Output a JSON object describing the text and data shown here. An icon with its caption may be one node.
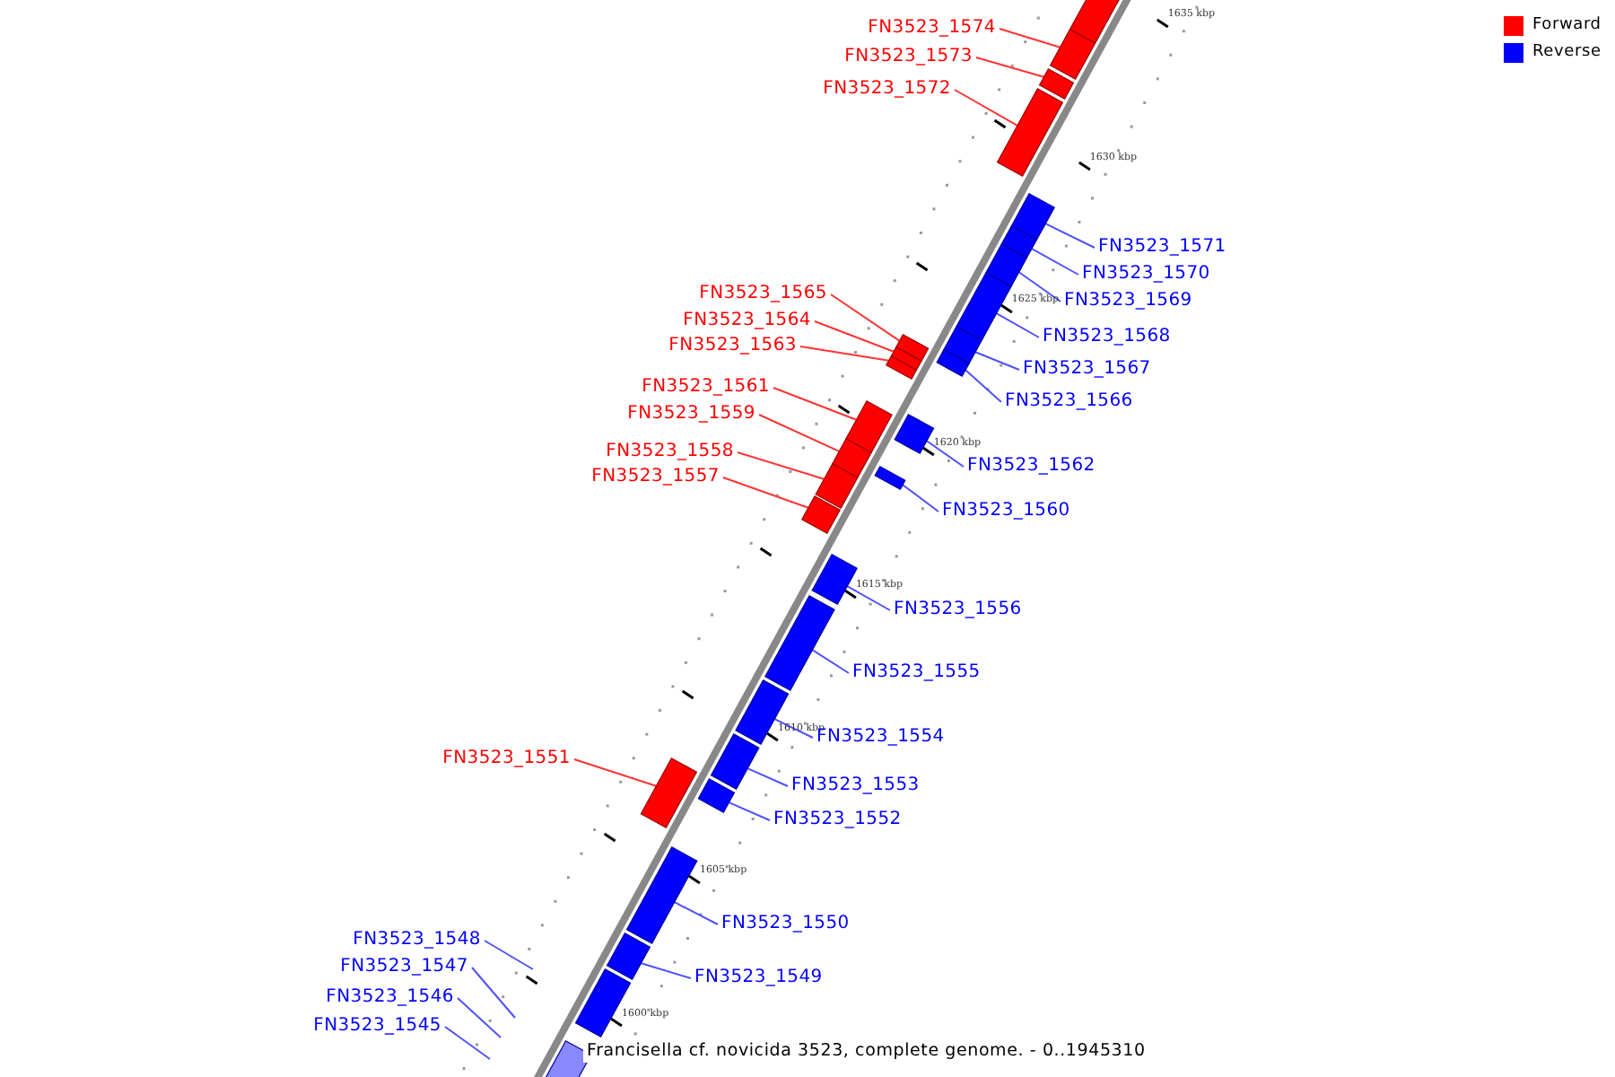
{
  "diagram": {
    "caption": "Francisella cf. novicida 3523, complete genome. - 0..1945310",
    "nodes": [
      {
        "text": [
          "FN3523_1574"
        ]
      },
      {
        "text": [
          "FN3523_1573"
        ]
      },
      {
        "text": [
          "FN3523_1572"
        ]
      },
      {
        "text": [
          "FN3523_1571"
        ]
      },
      {
        "text": [
          "FN3523_1570"
        ]
      },
      {
        "text": [
          "FN3523_1565"
        ]
      },
      {
        "text": [
          "FN3523_1569"
        ]
      },
      {
        "text": [
          "FN3523_1564"
        ]
      },
      {
        "text": [
          "FN3523_1568"
        ]
      },
      {
        "text": [
          "FN3523_1563"
        ]
      },
      {
        "text": [
          "FN3523_1567"
        ]
      },
      {
        "text": [
          "FN3523_1561"
        ]
      },
      {
        "text": [
          "FN3523_1566"
        ]
      },
      {
        "text": [
          "FN3523_1559"
        ]
      },
      {
        "text": [
          "FN3523_1558"
        ]
      },
      {
        "text": [
          "FN3523_1562"
        ]
      },
      {
        "text": [
          "FN3523_1557"
        ]
      },
      {
        "text": [
          "FN3523_1560"
        ]
      },
      {
        "text": [
          "FN3523_1556"
        ]
      },
      {
        "text": [
          "FN3523_1555"
        ]
      },
      {
        "text": [
          "FN3523_1554"
        ]
      },
      {
        "text": [
          "FN3523_1551"
        ]
      },
      {
        "text": [
          "FN3523_1553"
        ]
      },
      {
        "text": [
          "FN3523_1552"
        ]
      },
      {
        "text": [
          "FN3523_1550"
        ]
      },
      {
        "text": [
          "FN3523_1548"
        ]
      },
      {
        "text": [
          "FN3523_1547"
        ]
      },
      {
        "text": [
          "FN3523_1549"
        ]
      },
      {
        "text": [
          "FN3523_1546"
        ]
      },
      {
        "text": [
          "FN3523_1545"
        ]
      },
      {
        "text": [],
        "shape": "bar"
      },
      {
        "text": [],
        "shape": "bar"
      },
      {
        "text": [],
        "shape": "bar"
      },
      {
        "text": [],
        "shape": "bar"
      },
      {
        "text": [],
        "shape": "bar"
      },
      {
        "text": [],
        "shape": "bar"
      },
      {
        "text": [],
        "shape": "bar"
      },
      {
        "text": [],
        "shape": "bar"
      },
      {
        "text": [],
        "shape": "bar"
      },
      {
        "text": [],
        "shape": "bar"
      },
      {
        "text": [],
        "shape": "bar"
      },
      {
        "text": [],
        "shape": "bar"
      },
      {
        "text": [],
        "shape": "bar"
      },
      {
        "text": [],
        "shape": "bar"
      },
      {
        "text": [],
        "shape": "bar"
      },
      {
        "text": [],
        "shape": "bar"
      },
      {
        "text": [],
        "shape": "bar"
      },
      {
        "text": [],
        "shape": "bar"
      },
      {
        "text": [],
        "shape": "bar"
      },
      {
        "text": [],
        "shape": "bar"
      },
      {
        "text": [],
        "shape": "bar"
      },
      {
        "text": [],
        "shape": "bar"
      },
      {
        "text": [],
        "shape": "bar"
      },
      {
        "text": [],
        "shape": "bar"
      },
      {
        "text": [],
        "shape": "bar"
      },
      {
        "text": [],
        "shape": "bar"
      },
      {
        "text": [],
        "shape": "bar"
      },
      {
        "text": [],
        "shape": "bar"
      },
      {
        "text": [],
        "shape": "bar"
      },
      {
        "text": [],
        "shape": "bar"
      }
    ],
    "edges": [
      {
        "from": 0,
        "to": 32,
        "arrow": "none",
        "color": "#ff3333"
      },
      {
        "from": 1,
        "to": 33,
        "arrow": "none",
        "color": "#ff3333"
      },
      {
        "from": 2,
        "to": 34,
        "arrow": "none",
        "color": "#ff3333"
      },
      {
        "from": 3,
        "to": 35,
        "arrow": "none"
      },
      {
        "from": 4,
        "to": 36,
        "arrow": "none"
      },
      {
        "from": 5,
        "to": 41,
        "arrow": "none",
        "color": "#ff3333"
      },
      {
        "from": 6,
        "to": 37,
        "arrow": "none"
      },
      {
        "from": 7,
        "to": 42,
        "arrow": "none",
        "color": "#ff3333"
      },
      {
        "from": 8,
        "to": 38,
        "arrow": "none"
      },
      {
        "from": 9,
        "to": 43,
        "arrow": "none",
        "color": "#ff3333"
      },
      {
        "from": 10,
        "to": 39,
        "arrow": "none"
      },
      {
        "from": 11,
        "to": 45,
        "arrow": "none",
        "color": "#ff3333"
      },
      {
        "from": 12,
        "to": 40,
        "arrow": "none"
      },
      {
        "from": 13,
        "to": 46,
        "arrow": "none",
        "color": "#ff3333"
      },
      {
        "from": 14,
        "to": 48,
        "arrow": "none",
        "color": "#ff3333"
      },
      {
        "from": 15,
        "to": 44,
        "arrow": "none"
      },
      {
        "from": 16,
        "to": 49,
        "arrow": "none",
        "color": "#ff3333"
      },
      {
        "from": 17,
        "to": 47,
        "arrow": "none"
      },
      {
        "from": 18,
        "to": 50,
        "arrow": "none"
      },
      {
        "from": 19,
        "to": 51,
        "arrow": "none"
      },
      {
        "from": 20,
        "to": 52,
        "arrow": "none"
      },
      {
        "from": 21,
        "to": 54,
        "arrow": "none",
        "color": "#ff3333"
      },
      {
        "from": 22,
        "to": 53,
        "arrow": "none"
      },
      {
        "from": 23,
        "to": 55,
        "arrow": "none"
      },
      {
        "from": 24,
        "to": 56,
        "arrow": "none"
      },
      {
        "from": 25,
        "to": null,
        "arrow": "none"
      },
      {
        "from": 26,
        "to": null,
        "arrow": "none"
      },
      {
        "from": 27,
        "to": 57,
        "arrow": "none"
      },
      {
        "from": 28,
        "to": null,
        "arrow": "none"
      },
      {
        "from": 29,
        "to": null,
        "arrow": "none"
      }
    ],
    "labels": [
      "1635 kbp",
      "1630 kbp",
      "1625 kbp",
      "1620 kbp",
      "1615 kbp",
      "1610 kbp",
      "1605 kbp",
      "1600 kbp"
    ],
    "legend": [
      {
        "text": "Forward",
        "color": "#ff0000"
      },
      {
        "text": "Reverse",
        "color": "#0000ff"
      }
    ]
  }
}
